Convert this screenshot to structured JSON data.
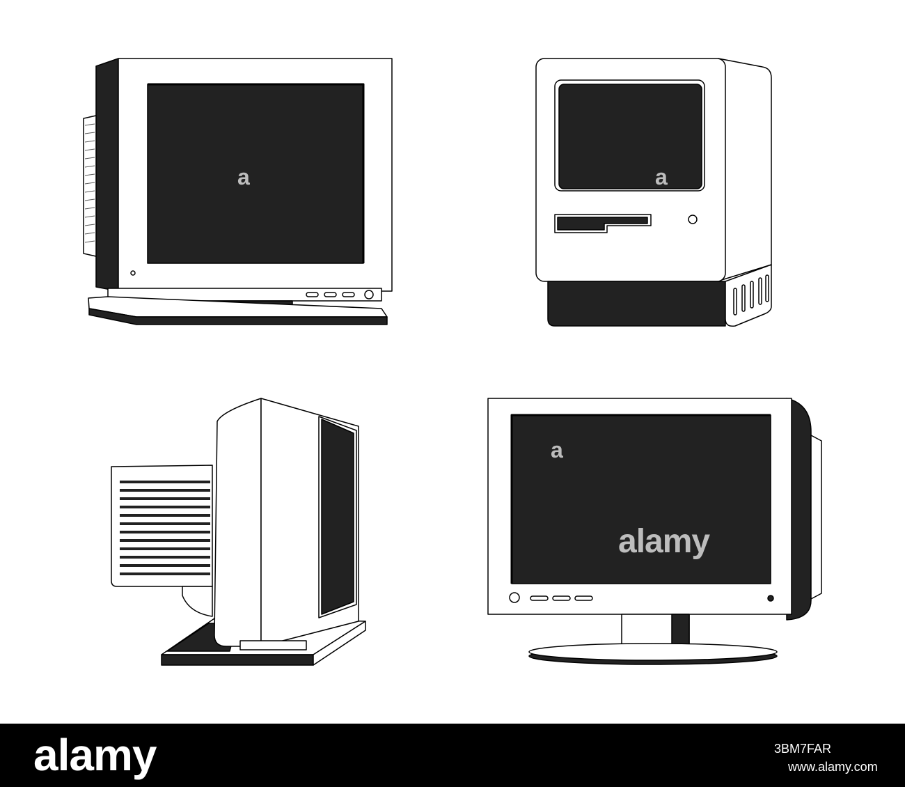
{
  "watermark": {
    "small_mark": "a",
    "center_word": "alamy"
  },
  "footer": {
    "logo": "alamy",
    "image_id": "3BM7FAR",
    "site": "www.alamy.com"
  },
  "colors": {
    "ink": "#222222",
    "outline": "#000000",
    "screen": "#222222",
    "paper": "#ffffff",
    "watermark": "#bdbdbd",
    "footer_bg": "#000000"
  }
}
